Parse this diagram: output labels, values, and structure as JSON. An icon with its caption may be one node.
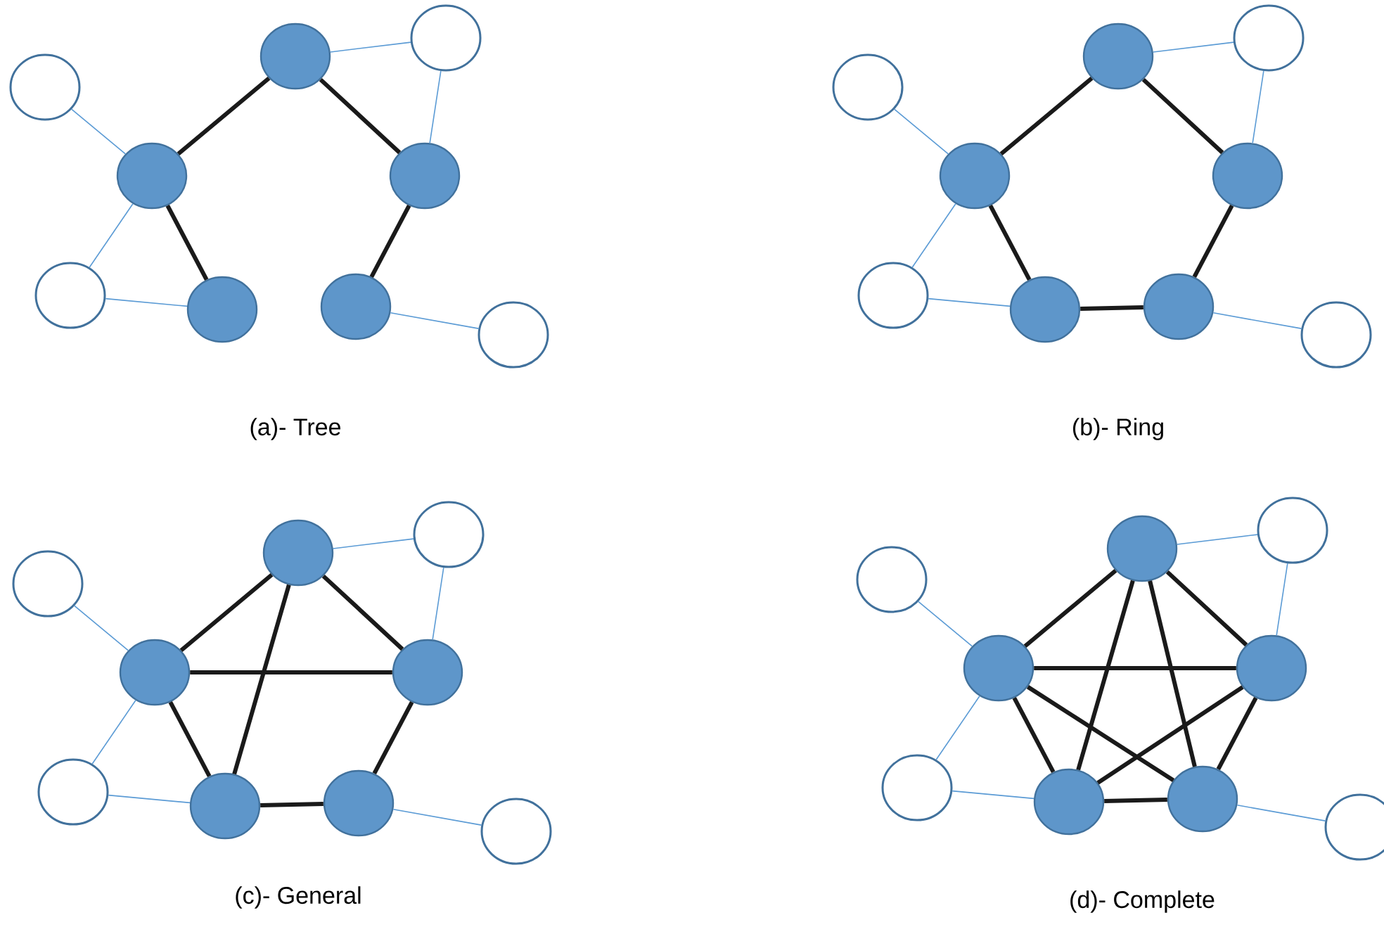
{
  "diagram": {
    "nodes": [
      {
        "text": [],
        "shape": "circle"
      },
      {
        "text": [],
        "shape": "circle"
      },
      {
        "text": [],
        "shape": "circle"
      },
      {
        "text": [],
        "shape": "circle"
      },
      {
        "text": [],
        "shape": "circle"
      },
      {
        "text": [],
        "shape": "circle"
      },
      {
        "text": [],
        "shape": "circle"
      },
      {
        "text": [],
        "shape": "circle"
      },
      {
        "text": [],
        "shape": "circle"
      },
      {
        "text": [],
        "shape": "circle"
      },
      {
        "text": [],
        "shape": "circle"
      },
      {
        "text": [],
        "shape": "circle"
      },
      {
        "text": [],
        "shape": "circle"
      },
      {
        "text": [],
        "shape": "circle"
      },
      {
        "text": [],
        "shape": "circle"
      },
      {
        "text": [],
        "shape": "circle"
      },
      {
        "text": [],
        "shape": "circle"
      },
      {
        "text": [],
        "shape": "circle"
      },
      {
        "text": [],
        "shape": "circle"
      },
      {
        "text": [],
        "shape": "circle"
      },
      {
        "text": [],
        "shape": "circle"
      },
      {
        "text": [],
        "shape": "circle"
      },
      {
        "text": [],
        "shape": "circle"
      },
      {
        "text": [],
        "shape": "circle"
      },
      {
        "text": [],
        "shape": "circle"
      },
      {
        "text": [],
        "shape": "circle"
      },
      {
        "text": [],
        "shape": "circle"
      },
      {
        "text": [],
        "shape": "circle"
      },
      {
        "text": [],
        "shape": "circle"
      },
      {
        "text": [],
        "shape": "circle"
      },
      {
        "text": [],
        "shape": "circle"
      },
      {
        "text": [],
        "shape": "circle"
      },
      {
        "text": [],
        "shape": "circle"
      },
      {
        "text": [],
        "shape": "circle"
      },
      {
        "text": [],
        "shape": "circle"
      },
      {
        "text": [],
        "shape": "circle"
      }
    ],
    "edges": [
      {
        "from": 1,
        "to": 3,
        "arrow": "none",
        "color": "#5b9bd5"
      },
      {
        "from": 3,
        "to": 5,
        "arrow": "none",
        "color": "#5b9bd5"
      },
      {
        "from": 5,
        "to": 6,
        "arrow": "none",
        "color": "#5b9bd5"
      },
      {
        "from": 0,
        "to": 2,
        "arrow": "none",
        "color": "#5b9bd5"
      },
      {
        "from": 2,
        "to": 4,
        "arrow": "none",
        "color": "#5b9bd5"
      },
      {
        "from": 7,
        "to": 8,
        "arrow": "none",
        "color": "#5b9bd5"
      },
      {
        "from": 0,
        "to": 3,
        "arrow": "none"
      },
      {
        "from": 0,
        "to": 4,
        "arrow": "none"
      },
      {
        "from": 3,
        "to": 6,
        "arrow": "none"
      },
      {
        "from": 4,
        "to": 7,
        "arrow": "none"
      },
      {
        "from": 10,
        "to": 12,
        "arrow": "none",
        "color": "#5b9bd5"
      },
      {
        "from": 12,
        "to": 14,
        "arrow": "none",
        "color": "#5b9bd5"
      },
      {
        "from": 14,
        "to": 15,
        "arrow": "none",
        "color": "#5b9bd5"
      },
      {
        "from": 9,
        "to": 11,
        "arrow": "none",
        "color": "#5b9bd5"
      },
      {
        "from": 11,
        "to": 13,
        "arrow": "none",
        "color": "#5b9bd5"
      },
      {
        "from": 16,
        "to": 17,
        "arrow": "none",
        "color": "#5b9bd5"
      },
      {
        "from": 9,
        "to": 12,
        "arrow": "none"
      },
      {
        "from": 9,
        "to": 13,
        "arrow": "none"
      },
      {
        "from": 12,
        "to": 15,
        "arrow": "none"
      },
      {
        "from": 13,
        "to": 16,
        "arrow": "none"
      },
      {
        "from": 15,
        "to": 16,
        "arrow": "none"
      },
      {
        "from": 19,
        "to": 21,
        "arrow": "none",
        "color": "#5b9bd5"
      },
      {
        "from": 21,
        "to": 23,
        "arrow": "none",
        "color": "#5b9bd5"
      },
      {
        "from": 23,
        "to": 24,
        "arrow": "none",
        "color": "#5b9bd5"
      },
      {
        "from": 18,
        "to": 20,
        "arrow": "none",
        "color": "#5b9bd5"
      },
      {
        "from": 20,
        "to": 22,
        "arrow": "none",
        "color": "#5b9bd5"
      },
      {
        "from": 25,
        "to": 26,
        "arrow": "none",
        "color": "#5b9bd5"
      },
      {
        "from": 18,
        "to": 21,
        "arrow": "none"
      },
      {
        "from": 18,
        "to": 22,
        "arrow": "none"
      },
      {
        "from": 21,
        "to": 24,
        "arrow": "none"
      },
      {
        "from": 22,
        "to": 25,
        "arrow": "none"
      },
      {
        "from": 24,
        "to": 25,
        "arrow": "none"
      },
      {
        "from": 21,
        "to": 22,
        "arrow": "none"
      },
      {
        "from": 18,
        "to": 24,
        "arrow": "none"
      },
      {
        "from": 28,
        "to": 30,
        "arrow": "none",
        "color": "#5b9bd5"
      },
      {
        "from": 30,
        "to": 32,
        "arrow": "none",
        "color": "#5b9bd5"
      },
      {
        "from": 32,
        "to": 33,
        "arrow": "none",
        "color": "#5b9bd5"
      },
      {
        "from": 27,
        "to": 29,
        "arrow": "none",
        "color": "#5b9bd5"
      },
      {
        "from": 29,
        "to": 31,
        "arrow": "none",
        "color": "#5b9bd5"
      },
      {
        "from": 34,
        "to": 35,
        "arrow": "none",
        "color": "#5b9bd5"
      },
      {
        "from": 27,
        "to": 30,
        "arrow": "none"
      },
      {
        "from": 27,
        "to": 31,
        "arrow": "none"
      },
      {
        "from": 30,
        "to": 33,
        "arrow": "none"
      },
      {
        "from": 31,
        "to": 34,
        "arrow": "none"
      },
      {
        "from": 33,
        "to": 34,
        "arrow": "none"
      },
      {
        "from": 30,
        "to": 31,
        "arrow": "none"
      },
      {
        "from": 27,
        "to": 33,
        "arrow": "none"
      },
      {
        "from": 27,
        "to": 34,
        "arrow": "none"
      },
      {
        "from": 30,
        "to": 34,
        "arrow": "none"
      },
      {
        "from": 31,
        "to": 33,
        "arrow": "none"
      }
    ],
    "labels": [
      "(a)- Tree",
      "(b)- Ring",
      "(c)- General",
      "(d)- Complete"
    ]
  }
}
